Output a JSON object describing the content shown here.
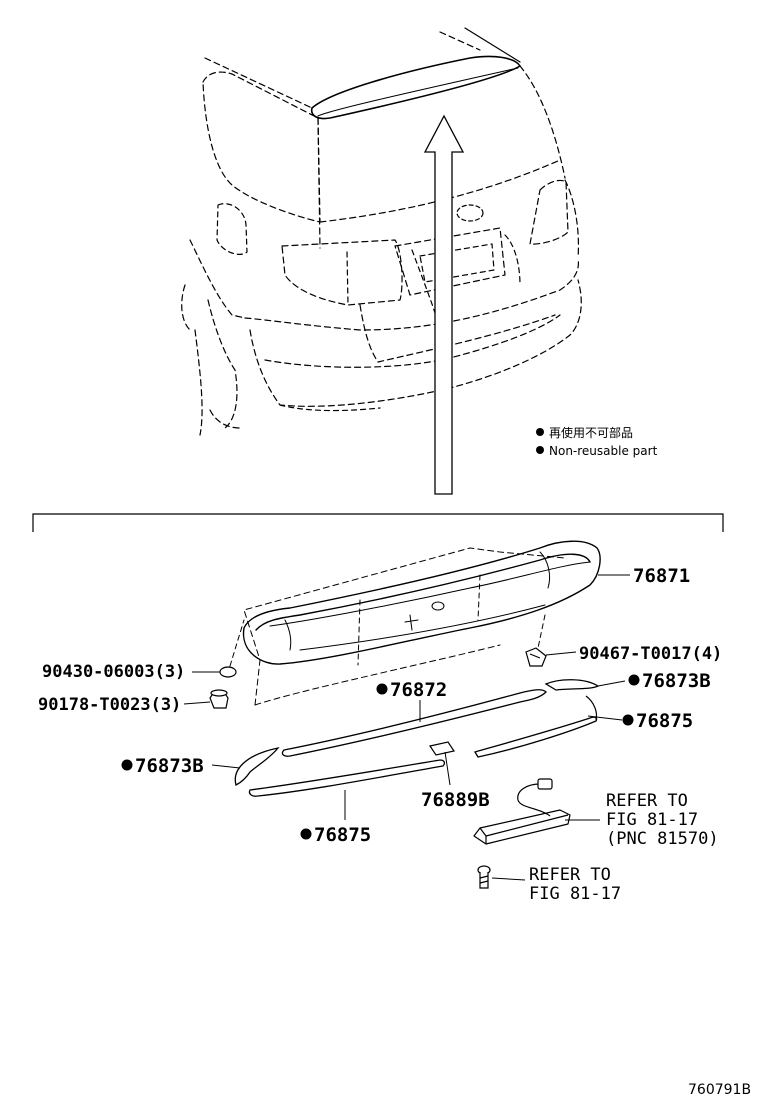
{
  "legend": {
    "items": [
      {
        "text_ja": "再使用不可部品",
        "text_en": "Non-reusable part"
      }
    ]
  },
  "parts": {
    "p76871": "76871",
    "p90467": "90467-T0017(4)",
    "p90430": "90430-06003(3)",
    "p90178": "90178-T0023(3)",
    "p76872": "76872",
    "p76873b_right": "76873B",
    "p76875_right": "76875",
    "p76873b_left": "76873B",
    "p76889b": "76889B",
    "p76875_left": "76875"
  },
  "refs": {
    "ref1_line1": "REFER TO",
    "ref1_line2": "FIG 81-17",
    "ref1_line3": "(PNC 81570)",
    "ref2_line1": "REFER TO",
    "ref2_line2": "FIG 81-17"
  },
  "figure_code": "760791B"
}
